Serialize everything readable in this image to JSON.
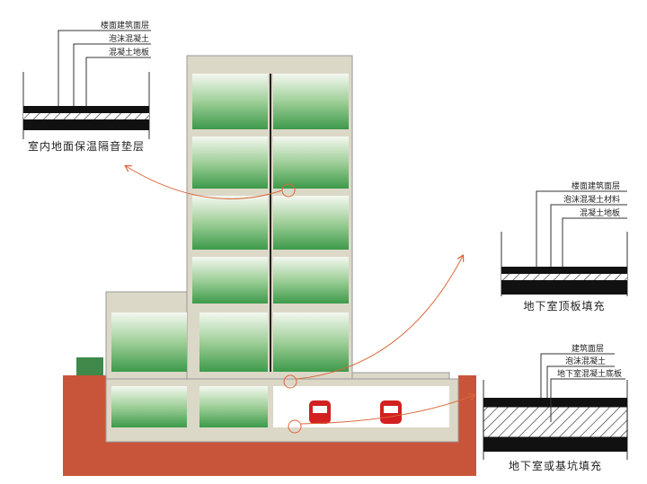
{
  "details": [
    {
      "caption": "室内地面保温隔音垫层",
      "layers": [
        "楼面建筑面层",
        "泡沫混凝土",
        "混凝土地板"
      ]
    },
    {
      "caption": "地下室顶板填充",
      "layers": [
        "楼面建筑面层",
        "泡沫混凝土材料",
        "混凝土地板"
      ]
    },
    {
      "caption": "地下室或基坑填充",
      "layers": [
        "建筑面层",
        "泡沫混凝土",
        "地下室混凝土底板"
      ]
    }
  ],
  "colors": {
    "ground": "#c8553a",
    "glass_top": "#f4f8f0",
    "glass_bottom": "#3c9a4a",
    "arrow": "#d9673a",
    "wall": "#dcd8c8",
    "bus": "#d32020"
  }
}
